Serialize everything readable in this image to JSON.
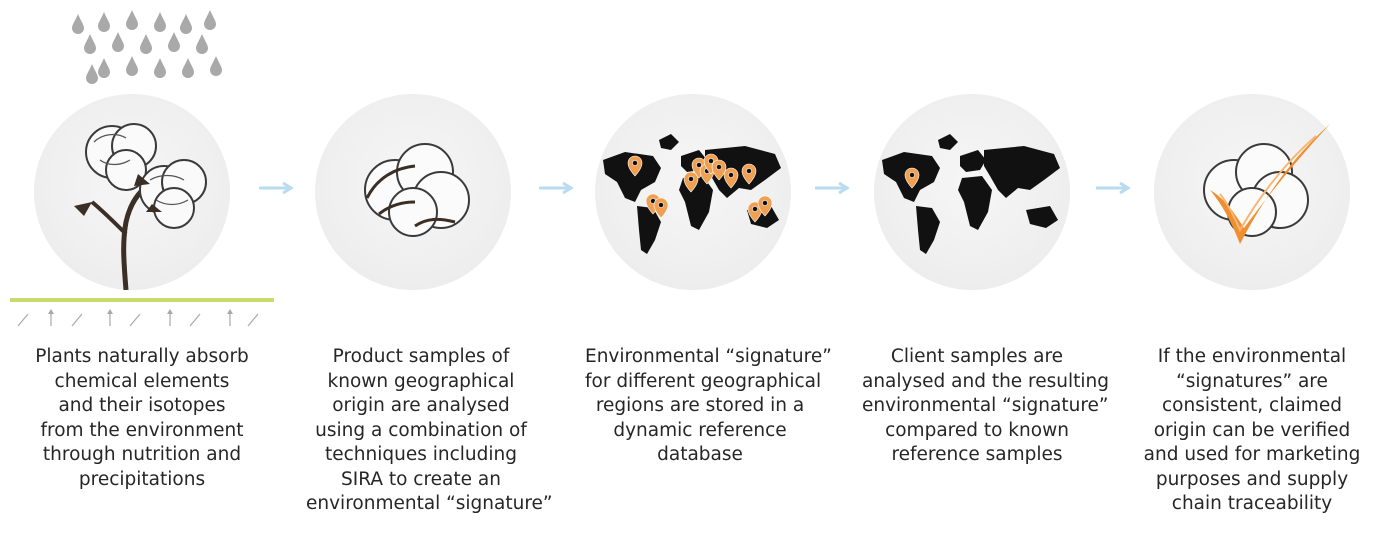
{
  "steps": [
    {
      "icon": "cotton-plant",
      "lines": [
        "Plants naturally absorb",
        "chemical elements",
        "and their isotopes",
        "from the environment",
        "through nutrition and",
        "precipitations"
      ]
    },
    {
      "icon": "cotton-boll",
      "lines": [
        "Product samples of",
        "known geographical",
        "origin are analysed",
        "using a combination of",
        "techniques including",
        "SIRA to create an",
        "environmental “signature”"
      ]
    },
    {
      "icon": "world-map-many-pins",
      "lines": [
        "Environmental “signature”",
        "for different geographical",
        "regions are stored in a",
        "dynamic reference",
        "database"
      ]
    },
    {
      "icon": "world-map-one-pin",
      "lines": [
        "Client samples are",
        "analysed and the resulting",
        "environmental “signature”",
        "compared to known",
        "reference samples"
      ]
    },
    {
      "icon": "cotton-checkmark",
      "lines": [
        "If the environmental",
        "“signatures” are",
        "consistent, claimed",
        "origin can be verified",
        "and used for marketing",
        "purposes and supply",
        "chain traceability"
      ]
    }
  ],
  "colors": {
    "rain": "#a9a9a9",
    "ground": "#c9db6d",
    "arrow": "#b7dcef",
    "pin": "#f0a050",
    "check": "#ef8f2f",
    "map": "#111111",
    "text": "#262626"
  }
}
